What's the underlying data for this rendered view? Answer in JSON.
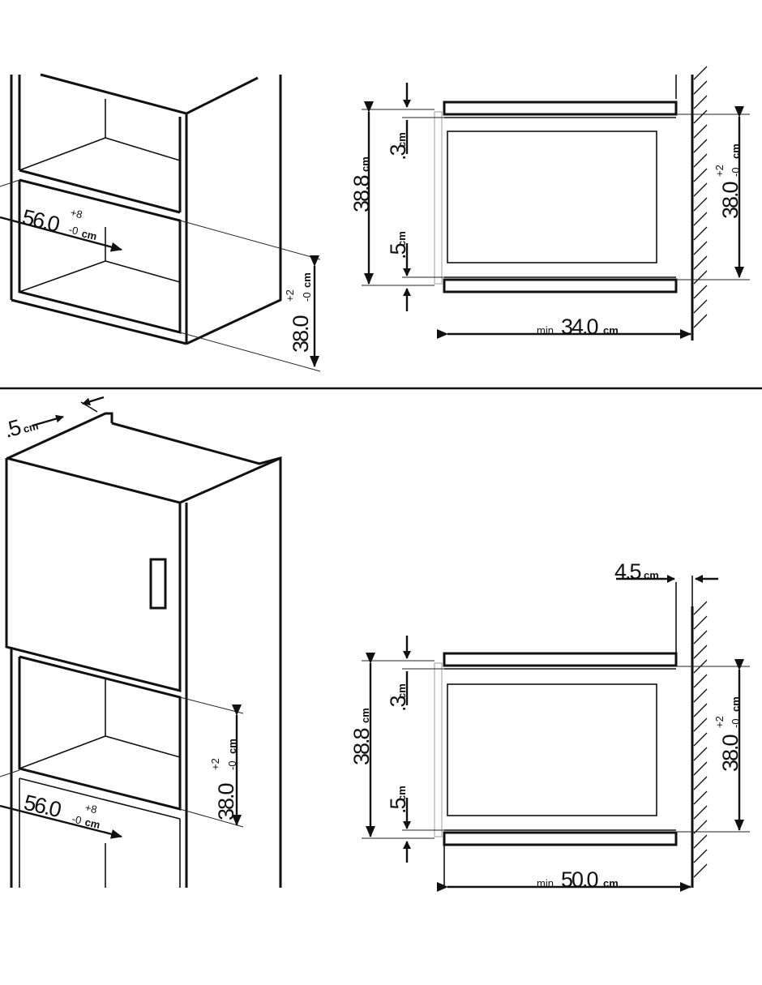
{
  "top": {
    "left": {
      "width_value": "56.0",
      "width_tol_plus": "+8",
      "width_tol_minus": "-0",
      "width_unit": "cm",
      "height_value": "38.0",
      "height_tol_plus": "+2",
      "height_tol_minus": "-0",
      "height_unit": "cm"
    },
    "right": {
      "total_height_value": "38.8",
      "total_height_unit": "cm",
      "top_gap_value": ".3",
      "top_gap_unit": "cm",
      "bottom_gap_value": ".5",
      "bottom_gap_unit": "cm",
      "inner_height_value": "38.0",
      "inner_height_tol_plus": "+2",
      "inner_height_tol_minus": "-0",
      "inner_height_unit": "cm",
      "depth_prefix": "min",
      "depth_value": "34.0",
      "depth_unit": "cm"
    }
  },
  "bottom": {
    "left": {
      "clearance_value": ".5",
      "clearance_unit": "cm",
      "height_value": "38.0",
      "height_tol_plus": "+2",
      "height_tol_minus": "-0",
      "height_unit": "cm",
      "width_value": "56.0",
      "width_tol_plus": "+8",
      "width_tol_minus": "-0",
      "width_unit": "cm"
    },
    "right": {
      "rear_gap_value": "4.5",
      "rear_gap_unit": "cm",
      "total_height_value": "38.8",
      "total_height_unit": "cm",
      "top_gap_value": ".3",
      "top_gap_unit": "cm",
      "bottom_gap_value": ".5",
      "bottom_gap_unit": "cm",
      "inner_height_value": "38.0",
      "inner_height_tol_plus": "+2",
      "inner_height_tol_minus": "-0",
      "inner_height_unit": "cm",
      "depth_prefix": "min",
      "depth_value": "50.0",
      "depth_unit": "cm"
    }
  }
}
